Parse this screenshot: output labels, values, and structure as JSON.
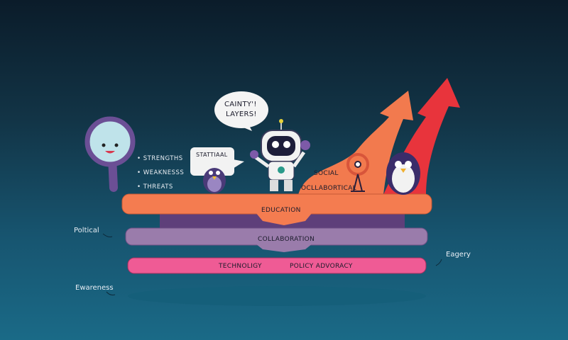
{
  "swot_items": [
    "• STRENGTHS",
    "• WEAKNESSS",
    "• THREATS"
  ],
  "bubbles": {
    "robot": [
      "CAINTY'!",
      "LAYERS!"
    ],
    "penguin": "STATTIAAL"
  },
  "arrow_labels": {
    "social": "SOCIAL",
    "collab": "OCLLABORTICAL"
  },
  "layers": {
    "top": "EDUCATION",
    "middle": "COLLABORATION",
    "bottom_left": "TECHNOLIGY",
    "bottom_right": "POLICY ADVORACY"
  },
  "side_labels": {
    "political": "Poltical",
    "eagery": "Eagery",
    "awareness": "Ewareness"
  },
  "colors": {
    "orange": "#f47c50",
    "purple": "#9a7cab",
    "pink": "#ef5b95",
    "red": "#e8343c"
  }
}
